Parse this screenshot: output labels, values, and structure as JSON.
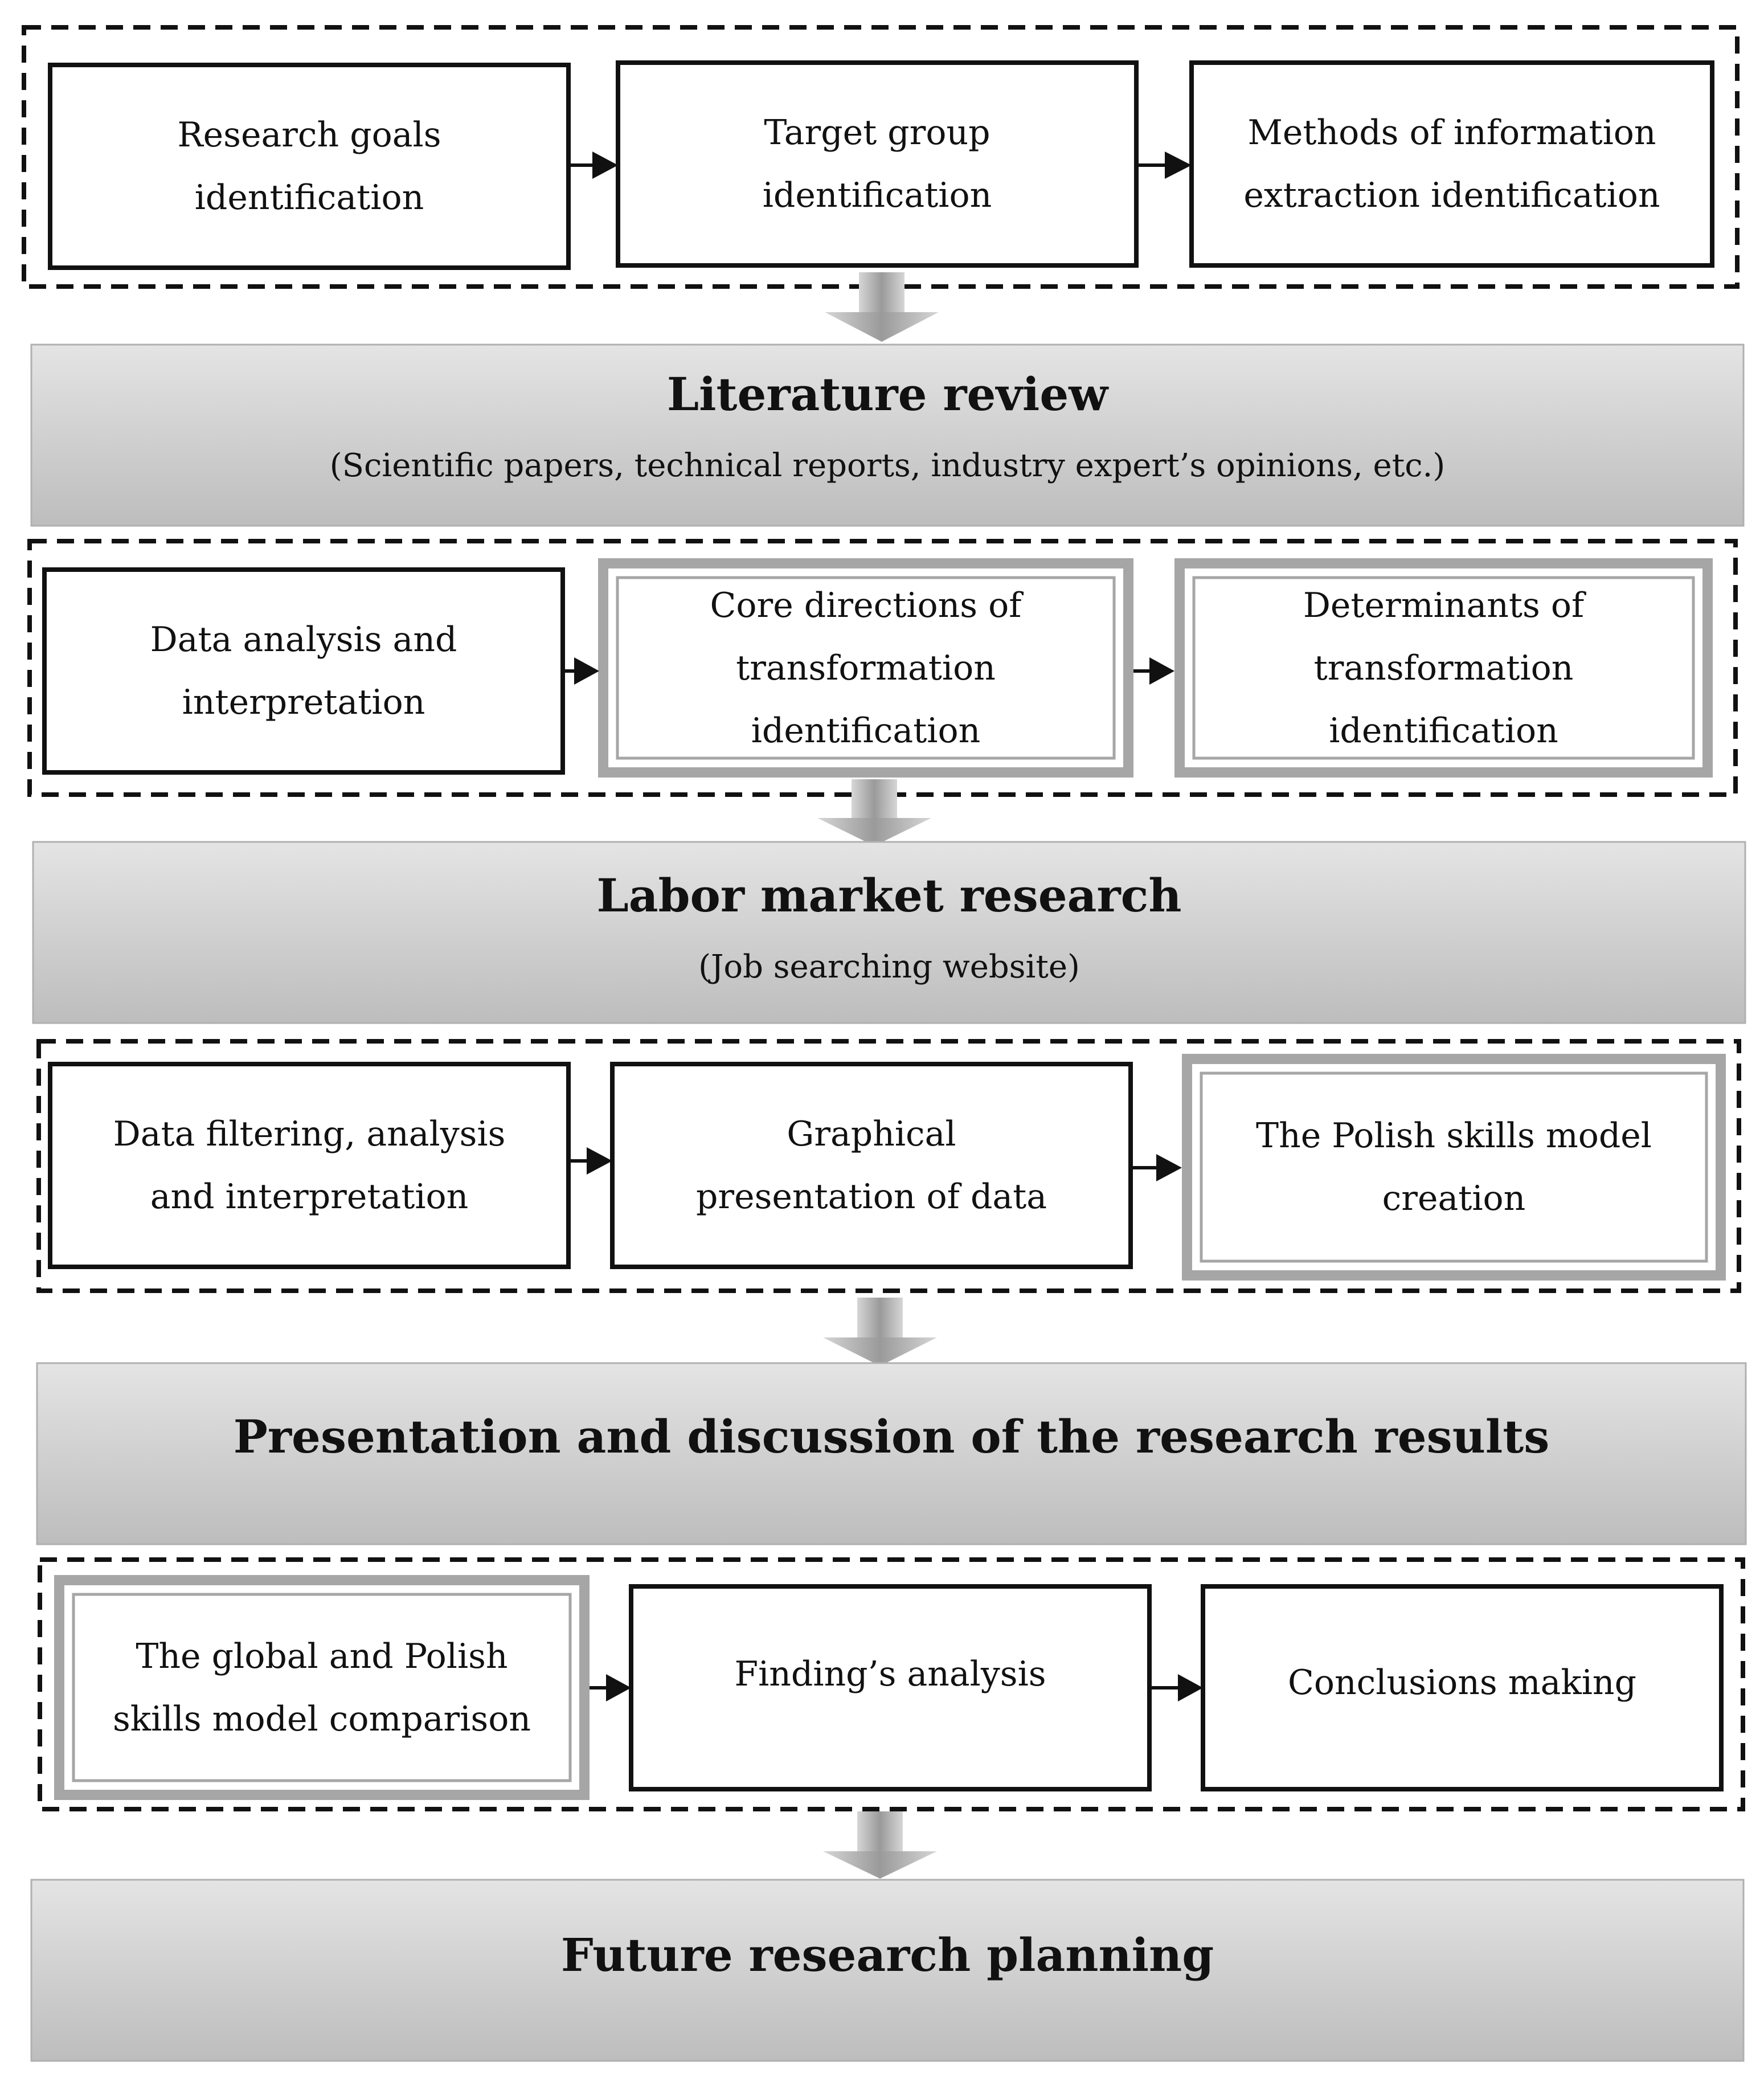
{
  "row1": {
    "box1": "Research goals\nidentification",
    "box2": "Target group\nidentification",
    "box3": "Methods of information\nextraction identification"
  },
  "band1": {
    "title": "Literature review",
    "subtitle": "(Scientific papers, technical reports, industry expert’s opinions, etc.)"
  },
  "row2": {
    "box1": "Data analysis and\ninterpretation",
    "box2": "Core directions of\ntransformation\nidentification",
    "box3": "Determinants of\ntransformation\nidentification"
  },
  "band2": {
    "title": "Labor market research",
    "subtitle": "(Job searching website)"
  },
  "row3": {
    "box1": "Data filtering, analysis\nand interpretation",
    "box2": "Graphical\npresentation of data",
    "box3": "The Polish skills model\ncreation"
  },
  "band3": {
    "title": "Presentation and discussion of the research results"
  },
  "row4": {
    "box1": "The global and Polish\nskills model comparison",
    "box2": "Finding’s analysis",
    "box3": "Conclusions making"
  },
  "band4": {
    "title": "Future research planning"
  }
}
